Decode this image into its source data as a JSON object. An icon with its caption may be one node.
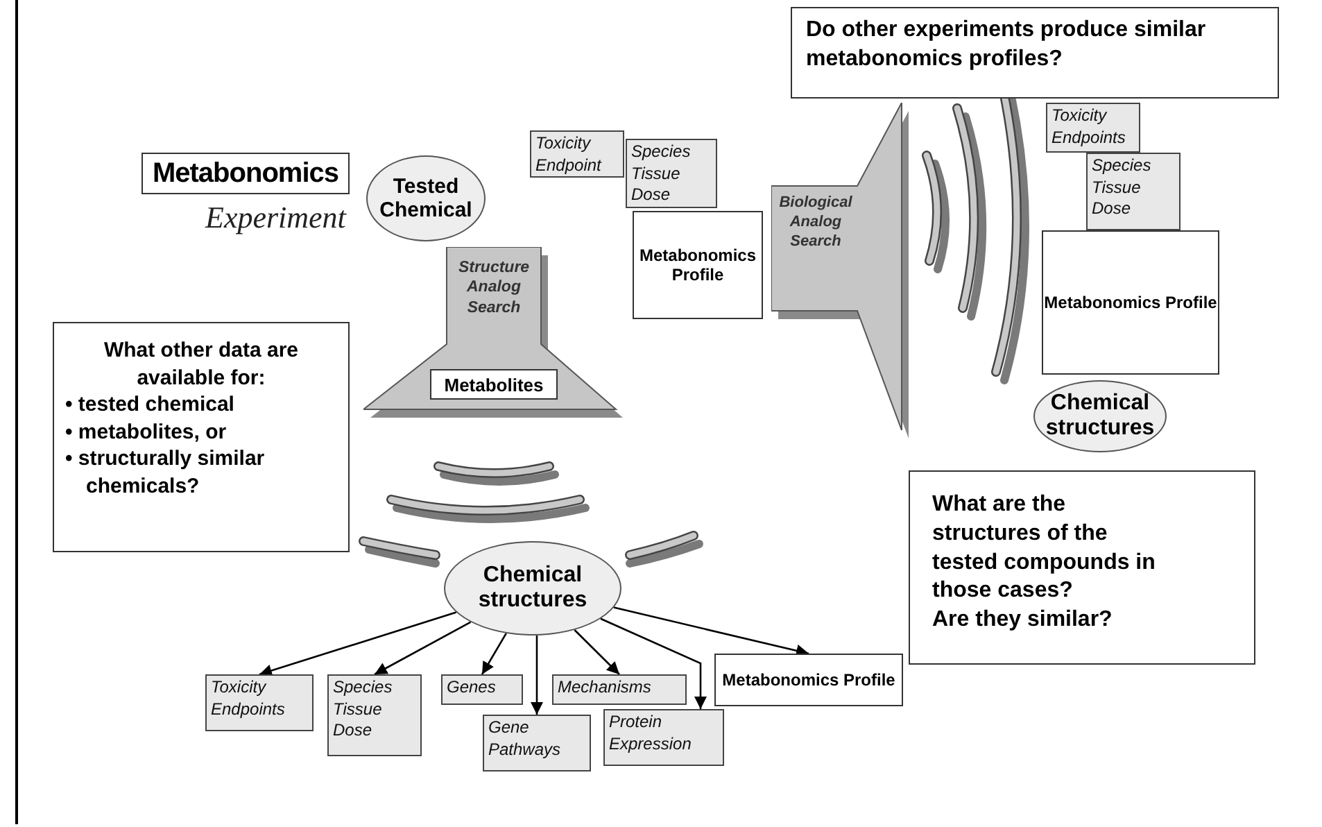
{
  "diagram": {
    "nodes": [
      {
        "text": [
          "Metabonomics"
        ],
        "beside": [
          "Experiment"
        ]
      },
      {
        "text": [
          "Tested Chemical"
        ]
      },
      {
        "text": [
          "Toxicity Endpoint"
        ]
      },
      {
        "text": [
          "Species Tissue Dose"
        ]
      },
      {
        "text": [
          "Metabonomics Profile"
        ]
      },
      {
        "text": [
          "Structure Analog Search"
        ]
      },
      {
        "text": [
          "Metabolites"
        ],
        "in": 5
      },
      {
        "text": [
          "What other data are available for:",
          "• tested chemical",
          "• metabolites, or",
          "• structurally similar chemicals?"
        ]
      },
      {
        "text": [
          "Do other experiments produce similar metabonomics profiles?"
        ]
      },
      {
        "text": [
          "Biological Analog Search"
        ]
      },
      {
        "text": [
          "Toxicity Endpoints"
        ]
      },
      {
        "text": [
          "Species Tissue Dose"
        ]
      },
      {
        "text": [
          "Metabonomics Profile"
        ]
      },
      {
        "text": [
          "Chemical structures"
        ]
      },
      {
        "text": [
          "What are the structures of the tested compounds in those cases?",
          "Are they similar?"
        ]
      },
      {
        "text": [
          "Chemical structures"
        ]
      },
      {
        "text": [
          "Toxicity Endpoints"
        ]
      },
      {
        "text": [
          "Species Tissue Dose"
        ]
      },
      {
        "text": [
          "Genes"
        ]
      },
      {
        "text": [
          "Mechanisms"
        ]
      },
      {
        "text": [
          "Metabonomics Profile"
        ]
      },
      {
        "text": [
          "Gene Pathways"
        ]
      },
      {
        "text": [
          "Protein Expression"
        ]
      }
    ],
    "edges": [
      {
        "from": 15,
        "to": 16,
        "arrow": "to"
      },
      {
        "from": 15,
        "to": 17,
        "arrow": "to"
      },
      {
        "from": 15,
        "to": 18,
        "arrow": "to"
      },
      {
        "from": 15,
        "to": 21,
        "arrow": "to"
      },
      {
        "from": 15,
        "to": 19,
        "arrow": "to"
      },
      {
        "from": 15,
        "to": 22,
        "arrow": "to"
      },
      {
        "from": 15,
        "to": 20,
        "arrow": "to"
      }
    ]
  }
}
